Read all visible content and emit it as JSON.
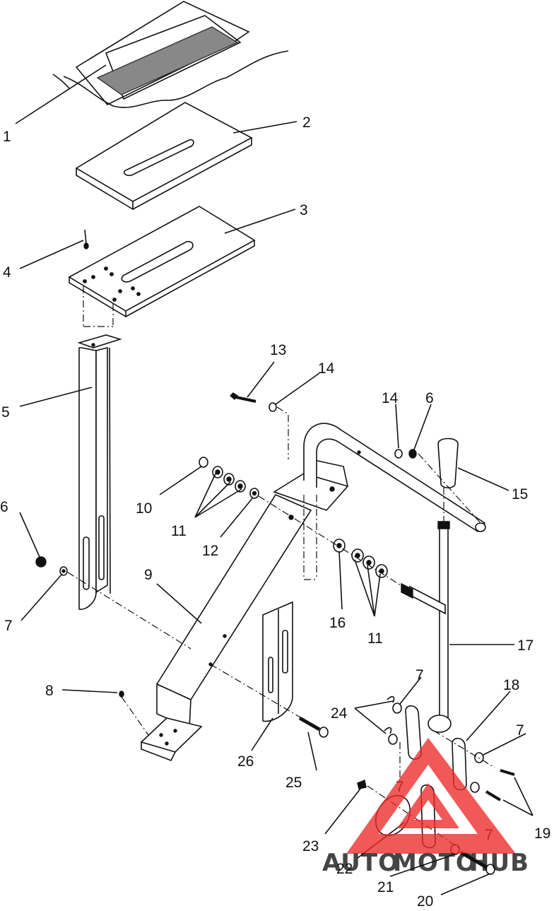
{
  "callouts": [
    {
      "id": "c1",
      "text": "1"
    },
    {
      "id": "c2",
      "text": "2"
    },
    {
      "id": "c3",
      "text": "3"
    },
    {
      "id": "c4",
      "text": "4"
    },
    {
      "id": "c5",
      "text": "5"
    },
    {
      "id": "c6a",
      "text": "6"
    },
    {
      "id": "c6b",
      "text": "6"
    },
    {
      "id": "c7a",
      "text": "7"
    },
    {
      "id": "c7b",
      "text": "7"
    },
    {
      "id": "c7c",
      "text": "7"
    },
    {
      "id": "c7d",
      "text": "7"
    },
    {
      "id": "c7e",
      "text": "7"
    },
    {
      "id": "c8",
      "text": "8"
    },
    {
      "id": "c9",
      "text": "9"
    },
    {
      "id": "c10",
      "text": "10"
    },
    {
      "id": "c11a",
      "text": "11"
    },
    {
      "id": "c11b",
      "text": "11"
    },
    {
      "id": "c12",
      "text": "12"
    },
    {
      "id": "c13",
      "text": "13"
    },
    {
      "id": "c14a",
      "text": "14"
    },
    {
      "id": "c14b",
      "text": "14"
    },
    {
      "id": "c15",
      "text": "15"
    },
    {
      "id": "c16",
      "text": "16"
    },
    {
      "id": "c17",
      "text": "17"
    },
    {
      "id": "c18",
      "text": "18"
    },
    {
      "id": "c19",
      "text": "19"
    },
    {
      "id": "c20",
      "text": "20"
    },
    {
      "id": "c21",
      "text": "21"
    },
    {
      "id": "c22",
      "text": "22"
    },
    {
      "id": "c23",
      "text": "23"
    },
    {
      "id": "c24",
      "text": "24"
    },
    {
      "id": "c25",
      "text": "25"
    },
    {
      "id": "c26",
      "text": "26"
    }
  ],
  "watermark": {
    "part1": "AUTO",
    "part2": "MOTO",
    "part3": "HUB",
    "color_primary": "#ee2a2a",
    "color_secondary": "#f5b21b",
    "color_tertiary": "#6f6f6f"
  }
}
